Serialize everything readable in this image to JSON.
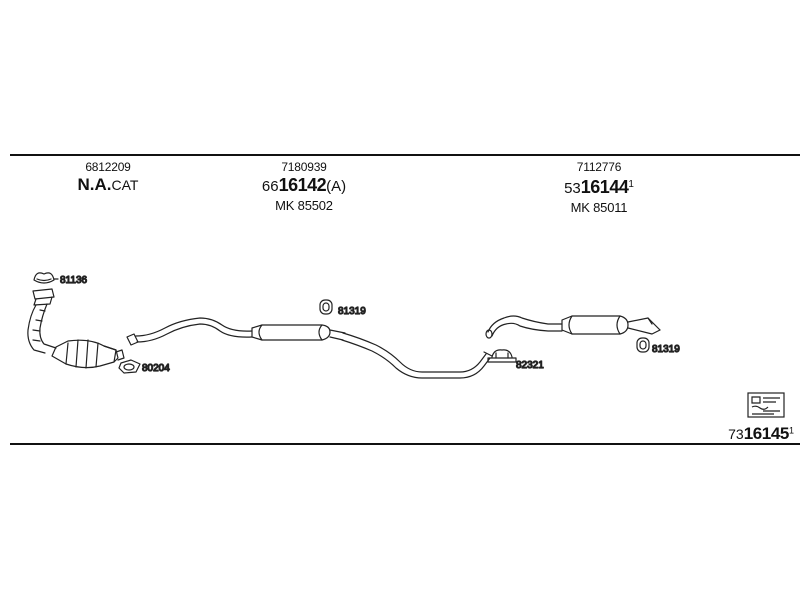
{
  "header": {
    "columns": [
      {
        "id": "cat",
        "ref": "6812209",
        "main_bold": "N.A.",
        "main_suffix": "CAT"
      },
      {
        "id": "mid",
        "ref": "7180939",
        "prefix": "66",
        "code": "16142",
        "suffix": "(A)",
        "mk": "MK  85502"
      },
      {
        "id": "rear",
        "ref": "7112776",
        "prefix": "53",
        "code": "16144",
        "sup": "1",
        "mk": "MK  85011"
      }
    ]
  },
  "parts": {
    "front_clamp": "81136",
    "front_gasket": "80204",
    "mid_hanger": "81319",
    "rear_clamp": "82321",
    "rear_hanger": "81319"
  },
  "footer": {
    "prefix": "73",
    "code": "16145",
    "sup": "1",
    "icon": "catalog-book-icon"
  }
}
